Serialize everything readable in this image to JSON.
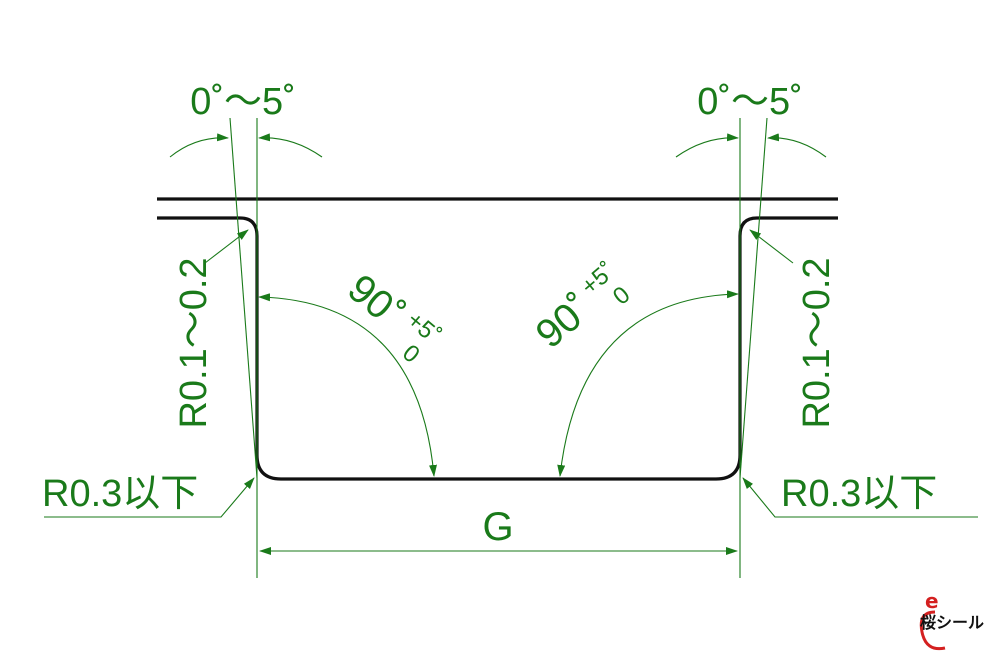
{
  "labels": {
    "draft_left": "0˚〜5˚",
    "draft_right": "0˚〜5˚",
    "angle_left": "90˚",
    "angle_left_tol": "+5˚",
    "angle_left_tol_low": "0",
    "angle_right": "90˚",
    "angle_right_tol": "+5˚",
    "angle_right_tol_low": "0",
    "radius_top_left": "R0.1〜0.2",
    "radius_top_right": "R0.1〜0.2",
    "radius_bottom_left": "R0.3以下",
    "radius_bottom_right": "R0.3以下",
    "width_label": "G"
  },
  "logo": {
    "text": "桜シール",
    "mark": "e"
  },
  "colors": {
    "dimension": "#1a7a1a",
    "outline": "#111111",
    "logo_red": "#d42020"
  }
}
